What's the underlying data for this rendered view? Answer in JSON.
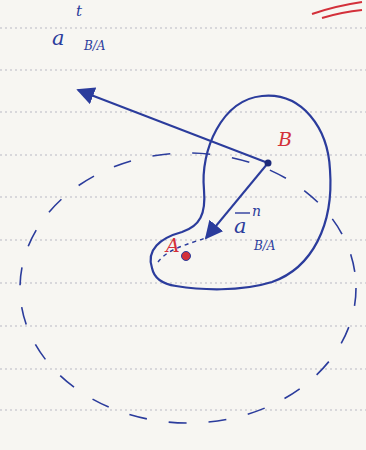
{
  "diagram": {
    "labels": [
      "t",
      "a",
      "B/A",
      "B",
      "a",
      "n",
      "B/A",
      "A"
    ]
  }
}
